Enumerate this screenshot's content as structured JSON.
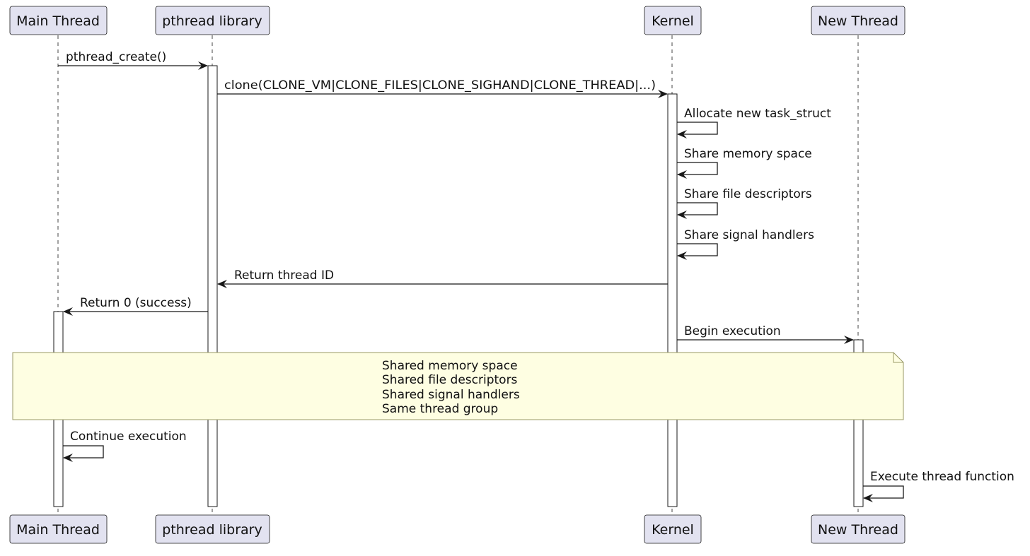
{
  "participants": [
    {
      "id": "main",
      "label": "Main Thread"
    },
    {
      "id": "pthread",
      "label": "pthread library"
    },
    {
      "id": "kernel",
      "label": "Kernel"
    },
    {
      "id": "new",
      "label": "New Thread"
    }
  ],
  "messages": [
    {
      "from": "main",
      "to": "pthread",
      "label": "pthread_create()"
    },
    {
      "from": "pthread",
      "to": "kernel",
      "label": "clone(CLONE_VM|CLONE_FILES|CLONE_SIGHAND|CLONE_THREAD|...)"
    },
    {
      "from": "kernel",
      "to": "kernel",
      "label": "Allocate new task_struct"
    },
    {
      "from": "kernel",
      "to": "kernel",
      "label": "Share memory space"
    },
    {
      "from": "kernel",
      "to": "kernel",
      "label": "Share file descriptors"
    },
    {
      "from": "kernel",
      "to": "kernel",
      "label": "Share signal handlers"
    },
    {
      "from": "kernel",
      "to": "pthread",
      "label": "Return thread ID"
    },
    {
      "from": "pthread",
      "to": "main",
      "label": "Return 0 (success)"
    },
    {
      "from": "kernel",
      "to": "new",
      "label": "Begin execution"
    },
    {
      "from": "main",
      "to": "main",
      "label": "Continue execution"
    },
    {
      "from": "new",
      "to": "new",
      "label": "Execute thread function"
    }
  ],
  "note": {
    "over": [
      "main",
      "new"
    ],
    "lines": [
      "Shared memory space",
      "Shared file descriptors",
      "Shared signal handlers",
      "Same thread group"
    ]
  },
  "colors": {
    "participant_fill": "#e2e2f0",
    "participant_border": "#181818",
    "note_fill": "#fefee2",
    "note_border": "#999966",
    "line": "#181818"
  }
}
